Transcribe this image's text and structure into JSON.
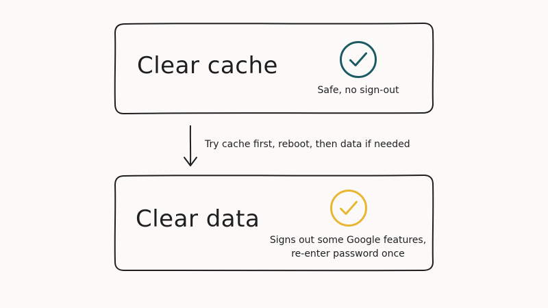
{
  "steps": [
    {
      "title": "Clear cache",
      "note_lines": [
        "Safe, no sign-out"
      ],
      "status_icon": "check-circle-icon",
      "status_color": "#1c5a63"
    },
    {
      "title": "Clear data",
      "note_lines": [
        "Signs out some Google features,",
        "re-enter password once"
      ],
      "status_icon": "check-circle-icon",
      "status_color": "#e8b631"
    }
  ],
  "flow": {
    "label": "Try cache first, reboot, then data if needed",
    "arrow_icon": "arrow-down-icon"
  }
}
